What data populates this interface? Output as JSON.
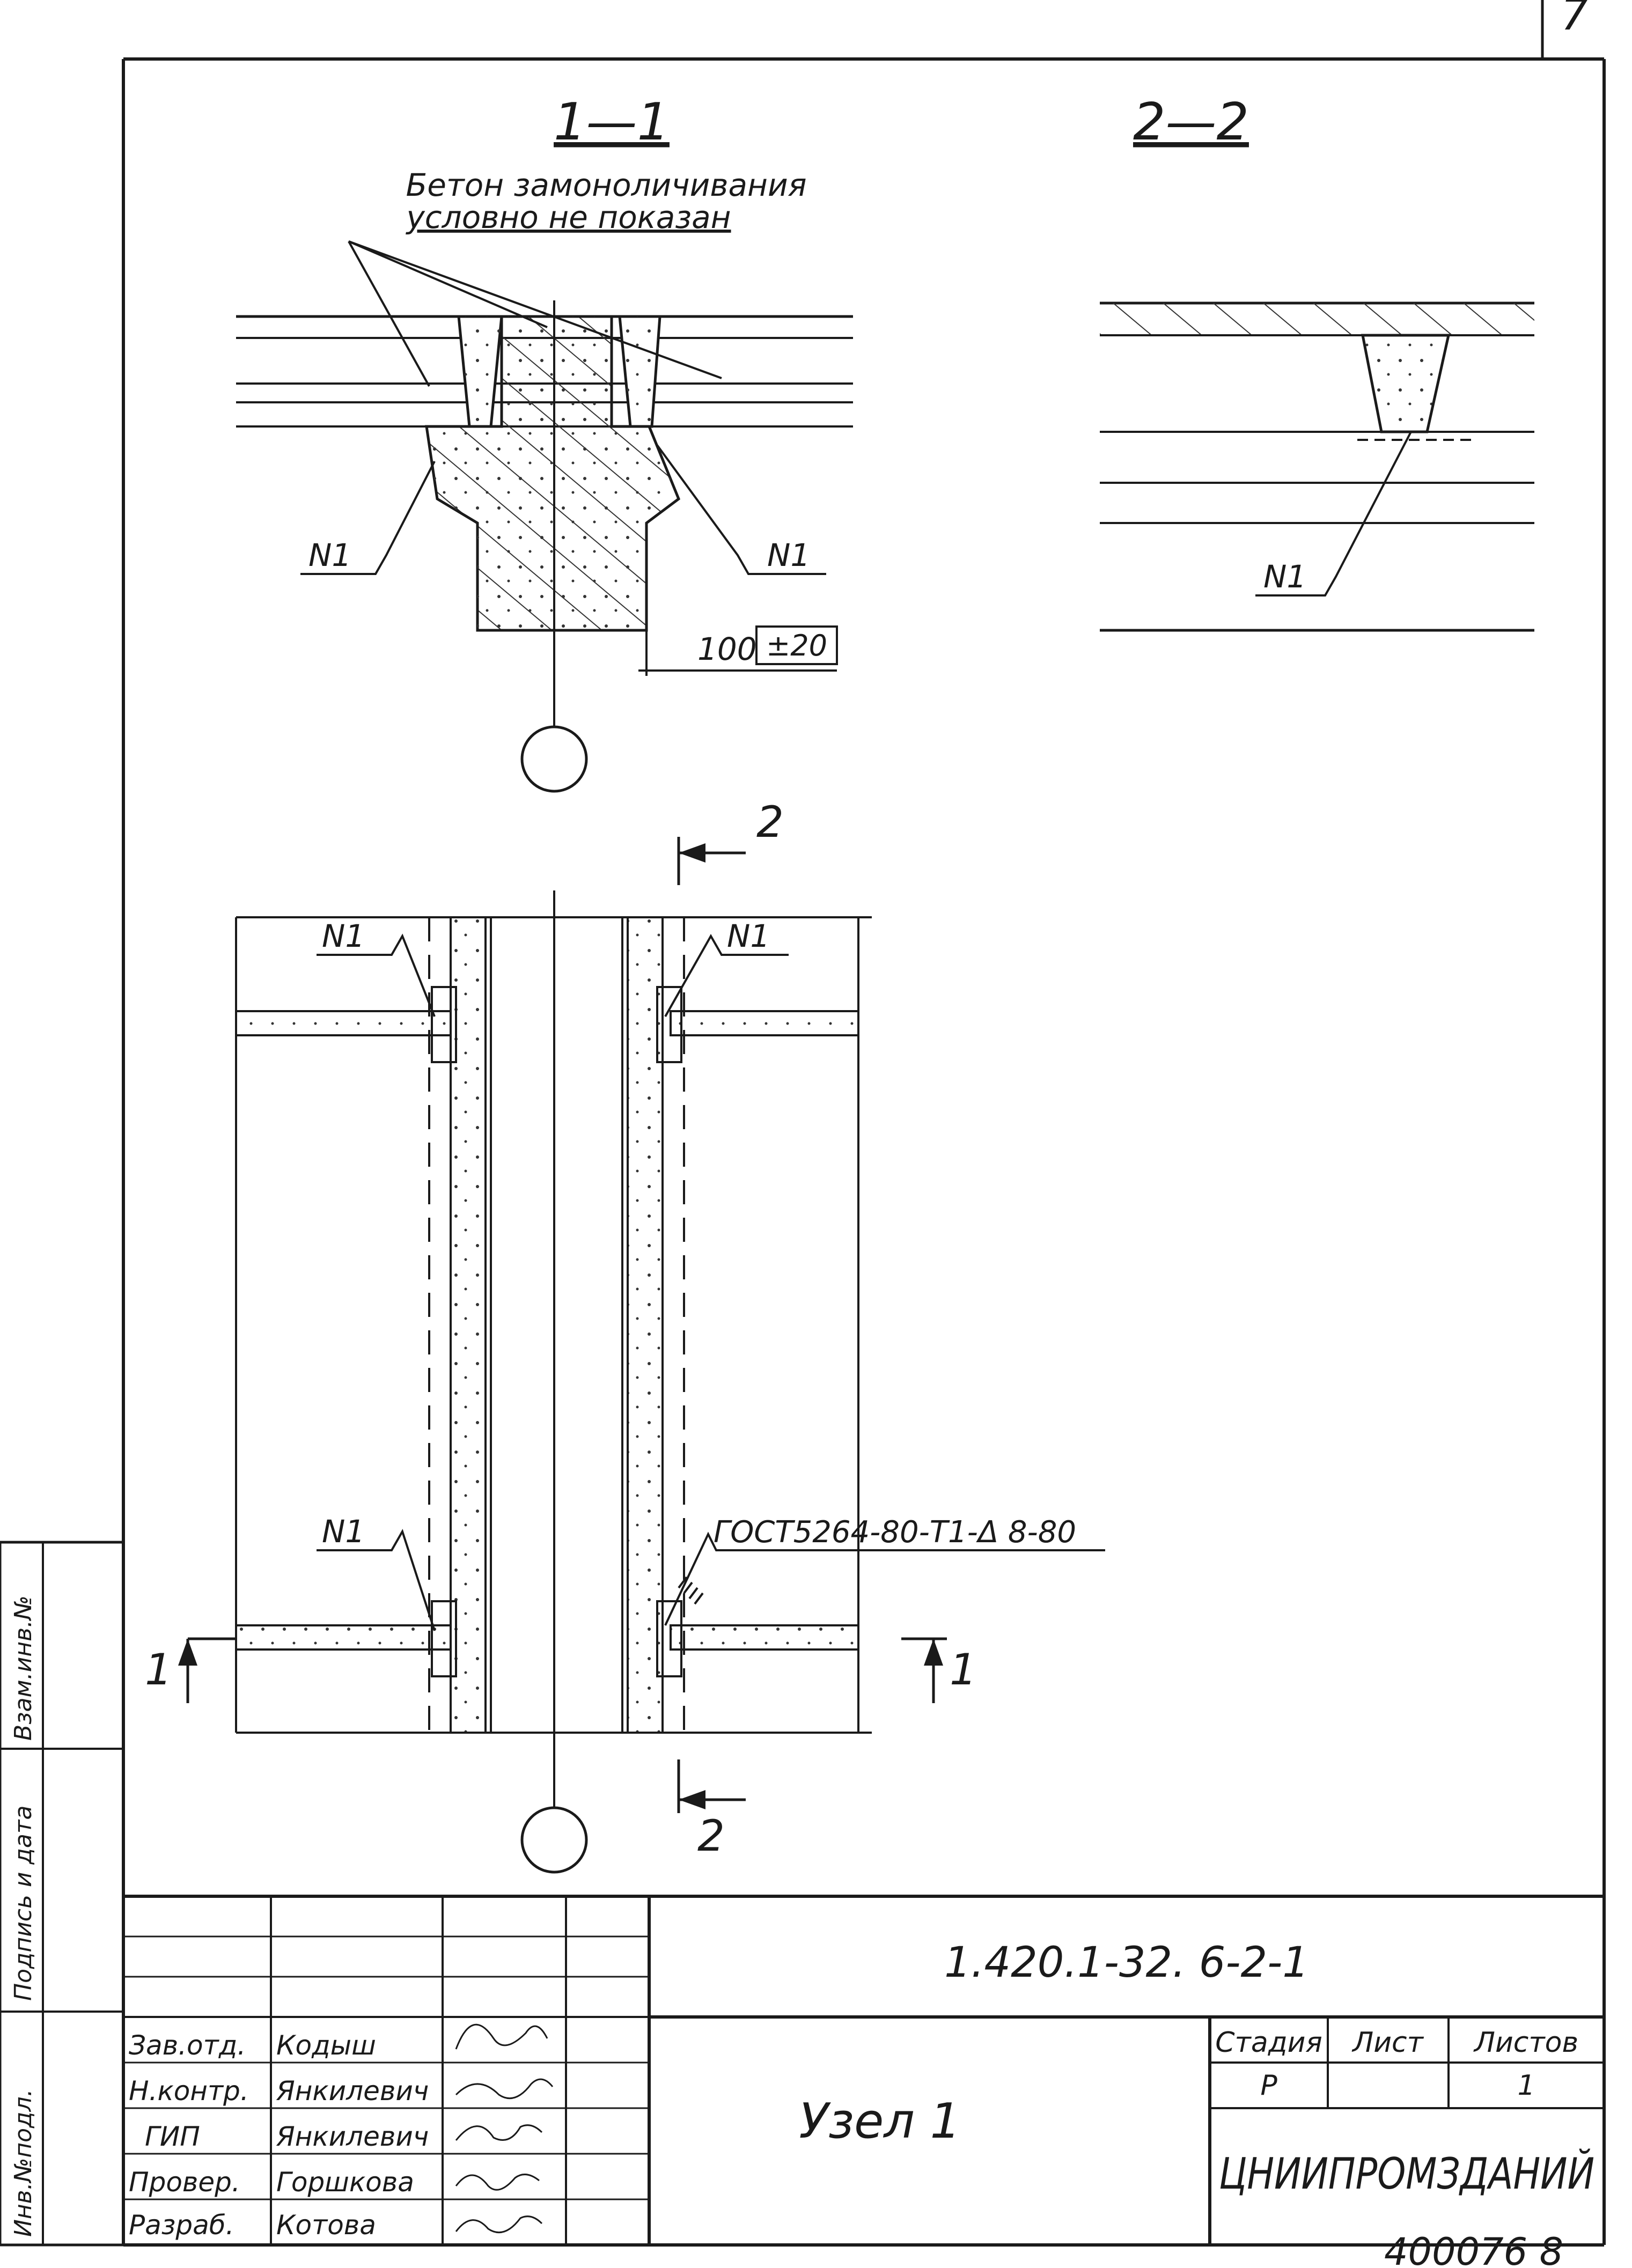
{
  "sheet": {
    "corner_number": "7",
    "bottom_stamp": "400076 8"
  },
  "section_1_1": {
    "title": "1—1",
    "note_line1": "Бетон замоноличивания",
    "note_line2": "условно не показан",
    "marker_left": "N1",
    "marker_right": "N1",
    "dimension": "100",
    "tolerance": "±20"
  },
  "section_2_2": {
    "title": "2—2",
    "marker": "N1"
  },
  "plan": {
    "marker_top_left": "N1",
    "marker_top_right": "N1",
    "marker_bottom_left": "N1",
    "weld_note": "ГОСТ5264-80-Т1-Δ 8-80",
    "cut1_left": "1",
    "cut1_right": "1",
    "cut2_top": "2",
    "cut2_bottom": "2"
  },
  "side_column": {
    "cells": [
      "Инв.№подл.",
      "Подпись и дата",
      "Взам.инв.№"
    ]
  },
  "title_block": {
    "document_code": "1.420.1-32. 6-2-1",
    "drawing_title": "Узел 1",
    "roles": [
      "Зав.отд.",
      "Н.контр.",
      "ГИП",
      "Провер.",
      "Разраб."
    ],
    "names": [
      "Кодыш",
      "Янкилевич",
      "Янкилевич",
      "Горшкова",
      "Котова"
    ],
    "stage_header": "Стадия",
    "sheet_header": "Лист",
    "sheets_header": "Листов",
    "stage_value": "Р",
    "sheet_value": "",
    "sheets_value": "1",
    "organization": "ЦНИИПРОМЗДАНИЙ"
  }
}
